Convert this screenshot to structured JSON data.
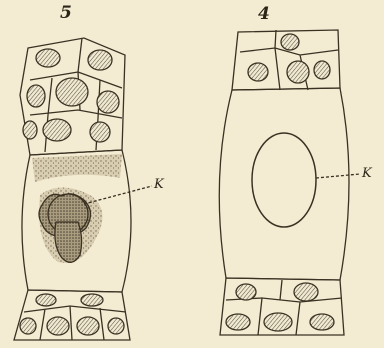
{
  "figures": [
    {
      "number": "5",
      "nucleus_label": "K"
    },
    {
      "number": "4",
      "nucleus_label": "K"
    }
  ],
  "colors": {
    "paper": "#f3ecd3",
    "ink": "#3a3122",
    "nucleus_fill": "#b9ae95"
  }
}
